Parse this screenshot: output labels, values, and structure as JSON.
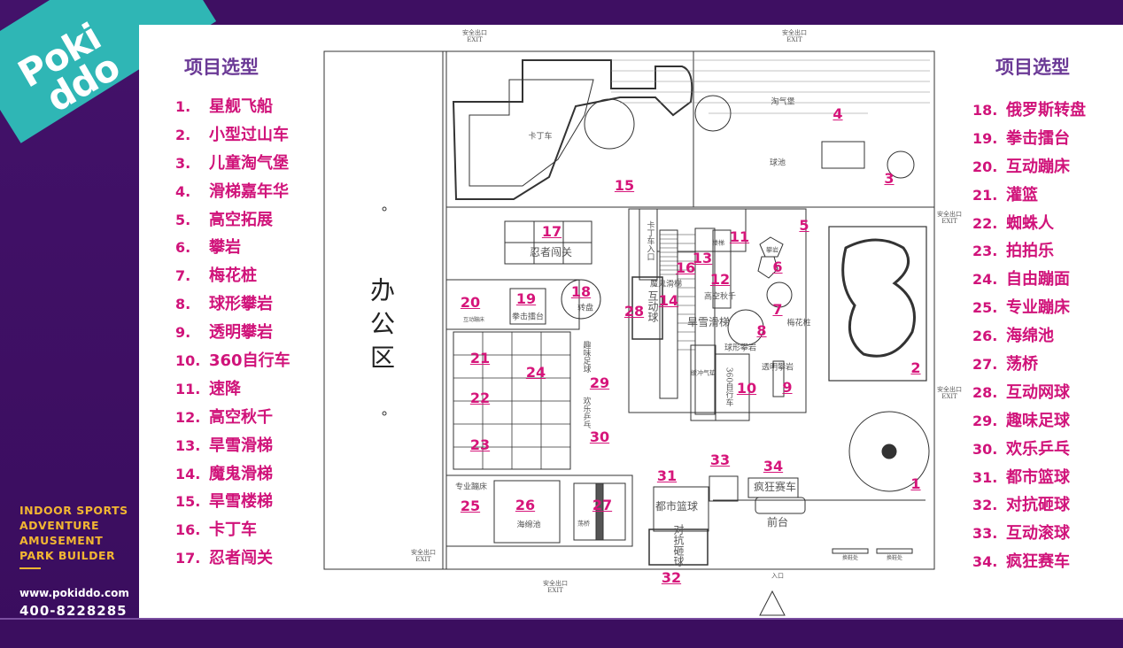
{
  "brand": {
    "logo_text": "Pokiddo",
    "tagline": [
      "INDOOR SPORTS",
      "ADVENTURE",
      "AMUSEMENT",
      "PARK BUILDER"
    ],
    "website": "www.pokiddo.com",
    "phone": "400-8228285"
  },
  "colors": {
    "background": "#3d0f63",
    "accent_teal": "#2fb6b5",
    "tagline_gold": "#f2b632",
    "item_magenta": "#d0137a",
    "title_purple": "#6b3a96"
  },
  "left_list": {
    "title": "项目选型",
    "items": [
      {
        "num": "1.",
        "name": "星舰飞船"
      },
      {
        "num": "2.",
        "name": "小型过山车"
      },
      {
        "num": "3.",
        "name": "儿童淘气堡"
      },
      {
        "num": "4.",
        "name": "滑梯嘉年华"
      },
      {
        "num": "5.",
        "name": "高空拓展"
      },
      {
        "num": "6.",
        "name": "攀岩"
      },
      {
        "num": "7.",
        "name": "梅花桩"
      },
      {
        "num": "8.",
        "name": "球形攀岩"
      },
      {
        "num": "9.",
        "name": "透明攀岩"
      },
      {
        "num": "10.",
        "name": "360自行车"
      },
      {
        "num": "11.",
        "name": "速降"
      },
      {
        "num": "12.",
        "name": "高空秋千"
      },
      {
        "num": "13.",
        "name": "旱雪滑梯"
      },
      {
        "num": "14.",
        "name": "魔鬼滑梯"
      },
      {
        "num": "15.",
        "name": "旱雪楼梯"
      },
      {
        "num": "16.",
        "name": "卡丁车"
      },
      {
        "num": "17.",
        "name": "忍者闯关"
      }
    ]
  },
  "right_list": {
    "title": "项目选型",
    "items": [
      {
        "num": "18.",
        "name": "俄罗斯转盘"
      },
      {
        "num": "19.",
        "name": "拳击擂台"
      },
      {
        "num": "20.",
        "name": "互动蹦床"
      },
      {
        "num": "21.",
        "name": "灌篮"
      },
      {
        "num": "22.",
        "name": "蜘蛛人"
      },
      {
        "num": "23.",
        "name": "拍拍乐"
      },
      {
        "num": "24.",
        "name": "自由蹦面"
      },
      {
        "num": "25.",
        "name": "专业蹦床"
      },
      {
        "num": "26.",
        "name": "海绵池"
      },
      {
        "num": "27.",
        "name": "荡桥"
      },
      {
        "num": "28.",
        "name": "互动网球"
      },
      {
        "num": "29.",
        "name": "趣味足球"
      },
      {
        "num": "30.",
        "name": "欢乐乒乓"
      },
      {
        "num": "31.",
        "name": "都市篮球"
      },
      {
        "num": "32.",
        "name": "对抗砸球"
      },
      {
        "num": "33.",
        "name": "互动滚球"
      },
      {
        "num": "34.",
        "name": "疯狂赛车"
      }
    ]
  },
  "plan": {
    "exit_label": [
      "安全出口",
      "EXIT"
    ],
    "labels": {
      "office": "办公区",
      "kart": "卡丁车",
      "naughty": "淘气堡",
      "ballpit": "球池",
      "ninja": "忍者闯关",
      "boxing": "拳击擂台",
      "trampoline": "互动蹦床",
      "spinner": "转盘",
      "kart_entry": "卡丁车入口",
      "devil_slide": "魔鬼滑梯",
      "swing": "高空秋千",
      "snow_slide": "旱雪滑梯",
      "ball_climb": "球形攀岩",
      "plum": "梅花桩",
      "clear_climb": "透明攀岩",
      "airbag": "缓冲气垫",
      "bike": "360自行车",
      "interactive_ball": "互动球",
      "football": "趣味足球",
      "pingpong": "欢乐乒乓",
      "pro_tramp": "专业蹦床",
      "sponge": "海绵池",
      "bridge": "荡桥",
      "city_bball": "都市篮球",
      "smash": "对抗砸球",
      "race": "疯狂赛车",
      "front_desk": "前台",
      "entrance": "入口",
      "shoe1": "换鞋处",
      "shoe2": "换鞋处",
      "stairs": "楼梯",
      "climb": "攀岩"
    },
    "markers": [
      "1",
      "2",
      "3",
      "4",
      "5",
      "6",
      "7",
      "8",
      "9",
      "10",
      "11",
      "12",
      "13",
      "14",
      "15",
      "16",
      "17",
      "18",
      "19",
      "20",
      "21",
      "22",
      "23",
      "24",
      "25",
      "26",
      "27",
      "28",
      "29",
      "30",
      "31",
      "32",
      "33",
      "34"
    ]
  }
}
